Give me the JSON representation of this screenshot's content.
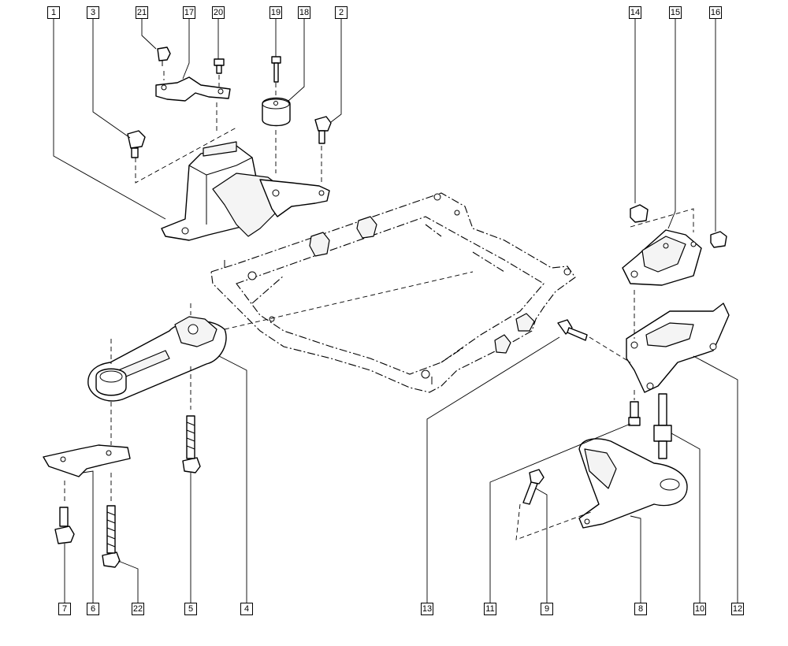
{
  "callouts": {
    "c1": "1",
    "c3": "3",
    "c21": "21",
    "c17": "17",
    "c20": "20",
    "c19": "19",
    "c18": "18",
    "c2": "2",
    "c14": "14",
    "c15": "15",
    "c16": "16",
    "c7": "7",
    "c6": "6",
    "c22": "22",
    "c5": "5",
    "c4": "4",
    "c13": "13",
    "c11": "11",
    "c9": "9",
    "c8": "8",
    "c10": "10",
    "c12": "12"
  }
}
